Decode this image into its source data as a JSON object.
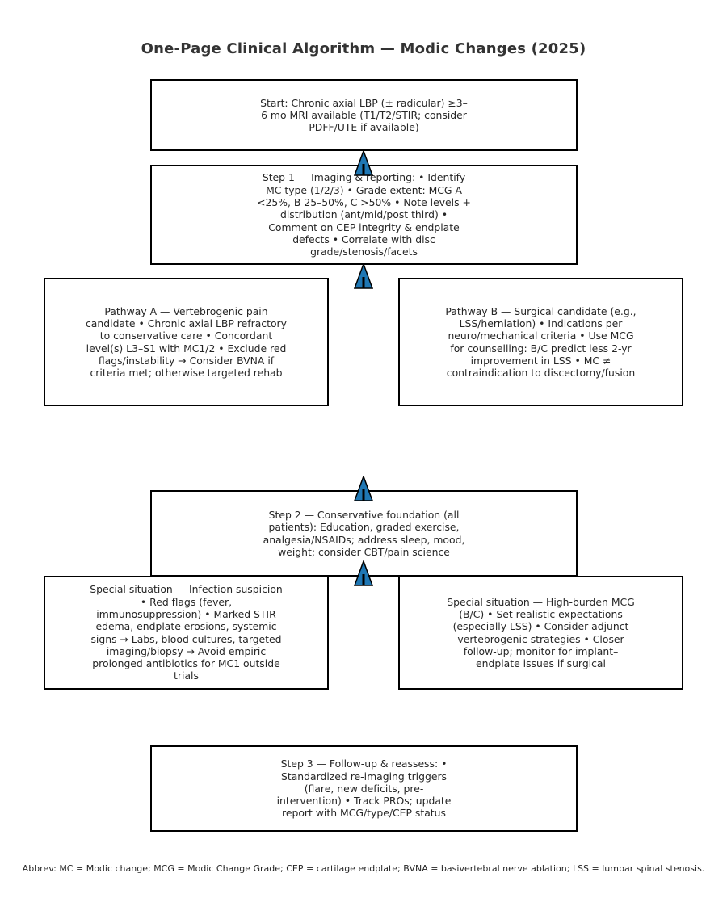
{
  "title": "One-Page Clinical Algorithm — Modic Changes (2025)",
  "nodes": {
    "start": "Start: Chronic axial LBP (± radicular) ≥3–6 mo MRI available (T1/T2/STIR; consider PDFF/UTE if available)",
    "step1": "Step 1 — Imaging & reporting: • Identify MC type (1/2/3) • Grade extent: MCG A <25%, B 25–50%, C >50% • Note levels + distribution (ant/mid/post third) • Comment on CEP integrity & endplate defects • Correlate with disc grade/stenosis/facets",
    "pathway_a": "Pathway A — Vertebrogenic pain candidate • Chronic axial LBP refractory to conservative care • Concordant level(s) L3–S1 with MC1/2 • Exclude red flags/instability → Consider BVNA if criteria met; otherwise targeted rehab",
    "pathway_b": "Pathway B — Surgical candidate (e.g., LSS/herniation) • Indications per neuro/mechanical criteria • Use MCG for counselling: B/C predict less 2-yr improvement in LSS • MC ≠ contraindication to discectomy/fusion",
    "step2": "Step 2 — Conservative foundation (all patients): Education, graded exercise, analgesia/NSAIDs; address sleep, mood, weight; consider CBT/pain science",
    "special_infection": "Special situation — Infection suspicion • Red flags (fever, immunosuppression) • Marked STIR edema, endplate erosions, systemic signs → Labs, blood cultures, targeted imaging/biopsy → Avoid empiric prolonged antibiotics for MC1 outside trials",
    "special_high_burden": "Special situation — High-burden MCG (B/C) • Set realistic expectations (especially LSS) • Consider adjunct vertebrogenic strategies • Closer follow-up; monitor for implant–endplate issues if surgical",
    "step3": "Step 3 — Follow-up & reassess: • Standardized re-imaging triggers (flare, new deficits, pre-intervention) • Track PROs; update report with MCG/type/CEP status"
  },
  "arrow_color": "#1f77b4",
  "footer": "Abbrev: MC = Modic change; MCG = Modic Change Grade; CEP = cartilage endplate; BVNA = basivertebral nerve ablation; LSS = lumbar spinal stenosis."
}
